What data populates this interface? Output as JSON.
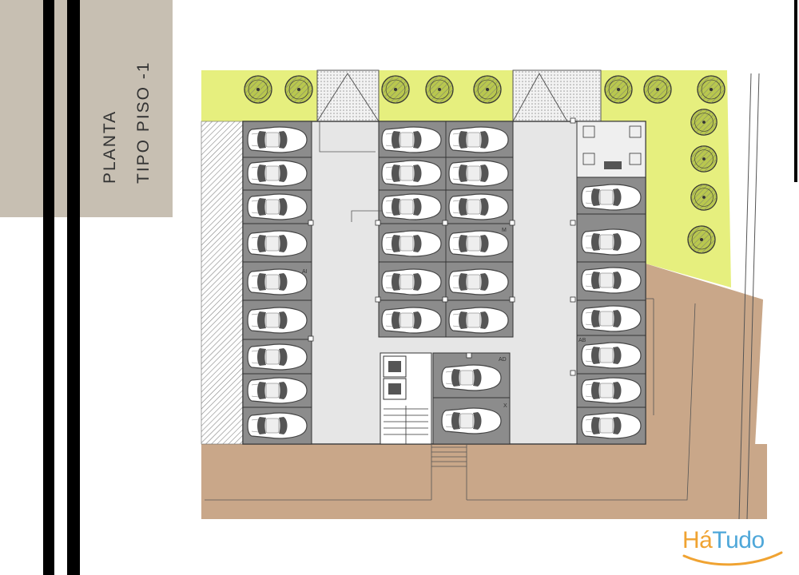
{
  "title": {
    "line1": "PLANTA",
    "line2": "TIPO PISO -1"
  },
  "logo": {
    "part1": "Há",
    "part2": "Tudo"
  },
  "plan": {
    "spot_labels": {
      "left_spot_6": "AI",
      "mid_right_spot_4": "M",
      "right_spot_7": "AB",
      "center_spot_1": "AD",
      "center_spot_2": "X"
    }
  },
  "colors": {
    "title_box": "#c7bfb2",
    "green_area": "#e6ef7e",
    "ground": "#c9a789",
    "parking_bay": "#8c8c8c",
    "aisle": "#e6e6e6",
    "logo_orange": "#f0a332",
    "logo_blue": "#4ea7d9"
  }
}
